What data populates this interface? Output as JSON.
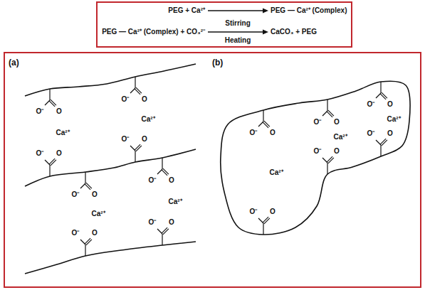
{
  "diagram": {
    "nodes": [
      {
        "text": [
          "PEG + Ca²⁺",
          "PEG — Ca²⁺ (Complex)",
          "PEG — Ca²⁺ (Complex) + CO₃²⁻",
          "Stirring",
          "Heating",
          "CaCO₃ + PEG"
        ]
      },
      {
        "text": [
          "(a)",
          "(b)"
        ]
      }
    ],
    "labels": [
      "O⁻",
      "O",
      "Ca²⁺",
      "O⁻",
      "O",
      "O⁻",
      "O",
      "Ca²⁺",
      "O⁻",
      "O",
      "O⁻",
      "O",
      "Ca²⁺",
      "O⁻",
      "O",
      "O⁻",
      "O",
      "Ca²⁺",
      "O⁻",
      "O",
      "O⁻",
      "O",
      "Ca²⁺",
      "O⁻",
      "O",
      "O⁻",
      "O",
      "Ca²⁺",
      "O⁻",
      "O",
      "O⁻",
      "O",
      "Ca²⁺",
      "O⁻",
      "O"
    ]
  }
}
